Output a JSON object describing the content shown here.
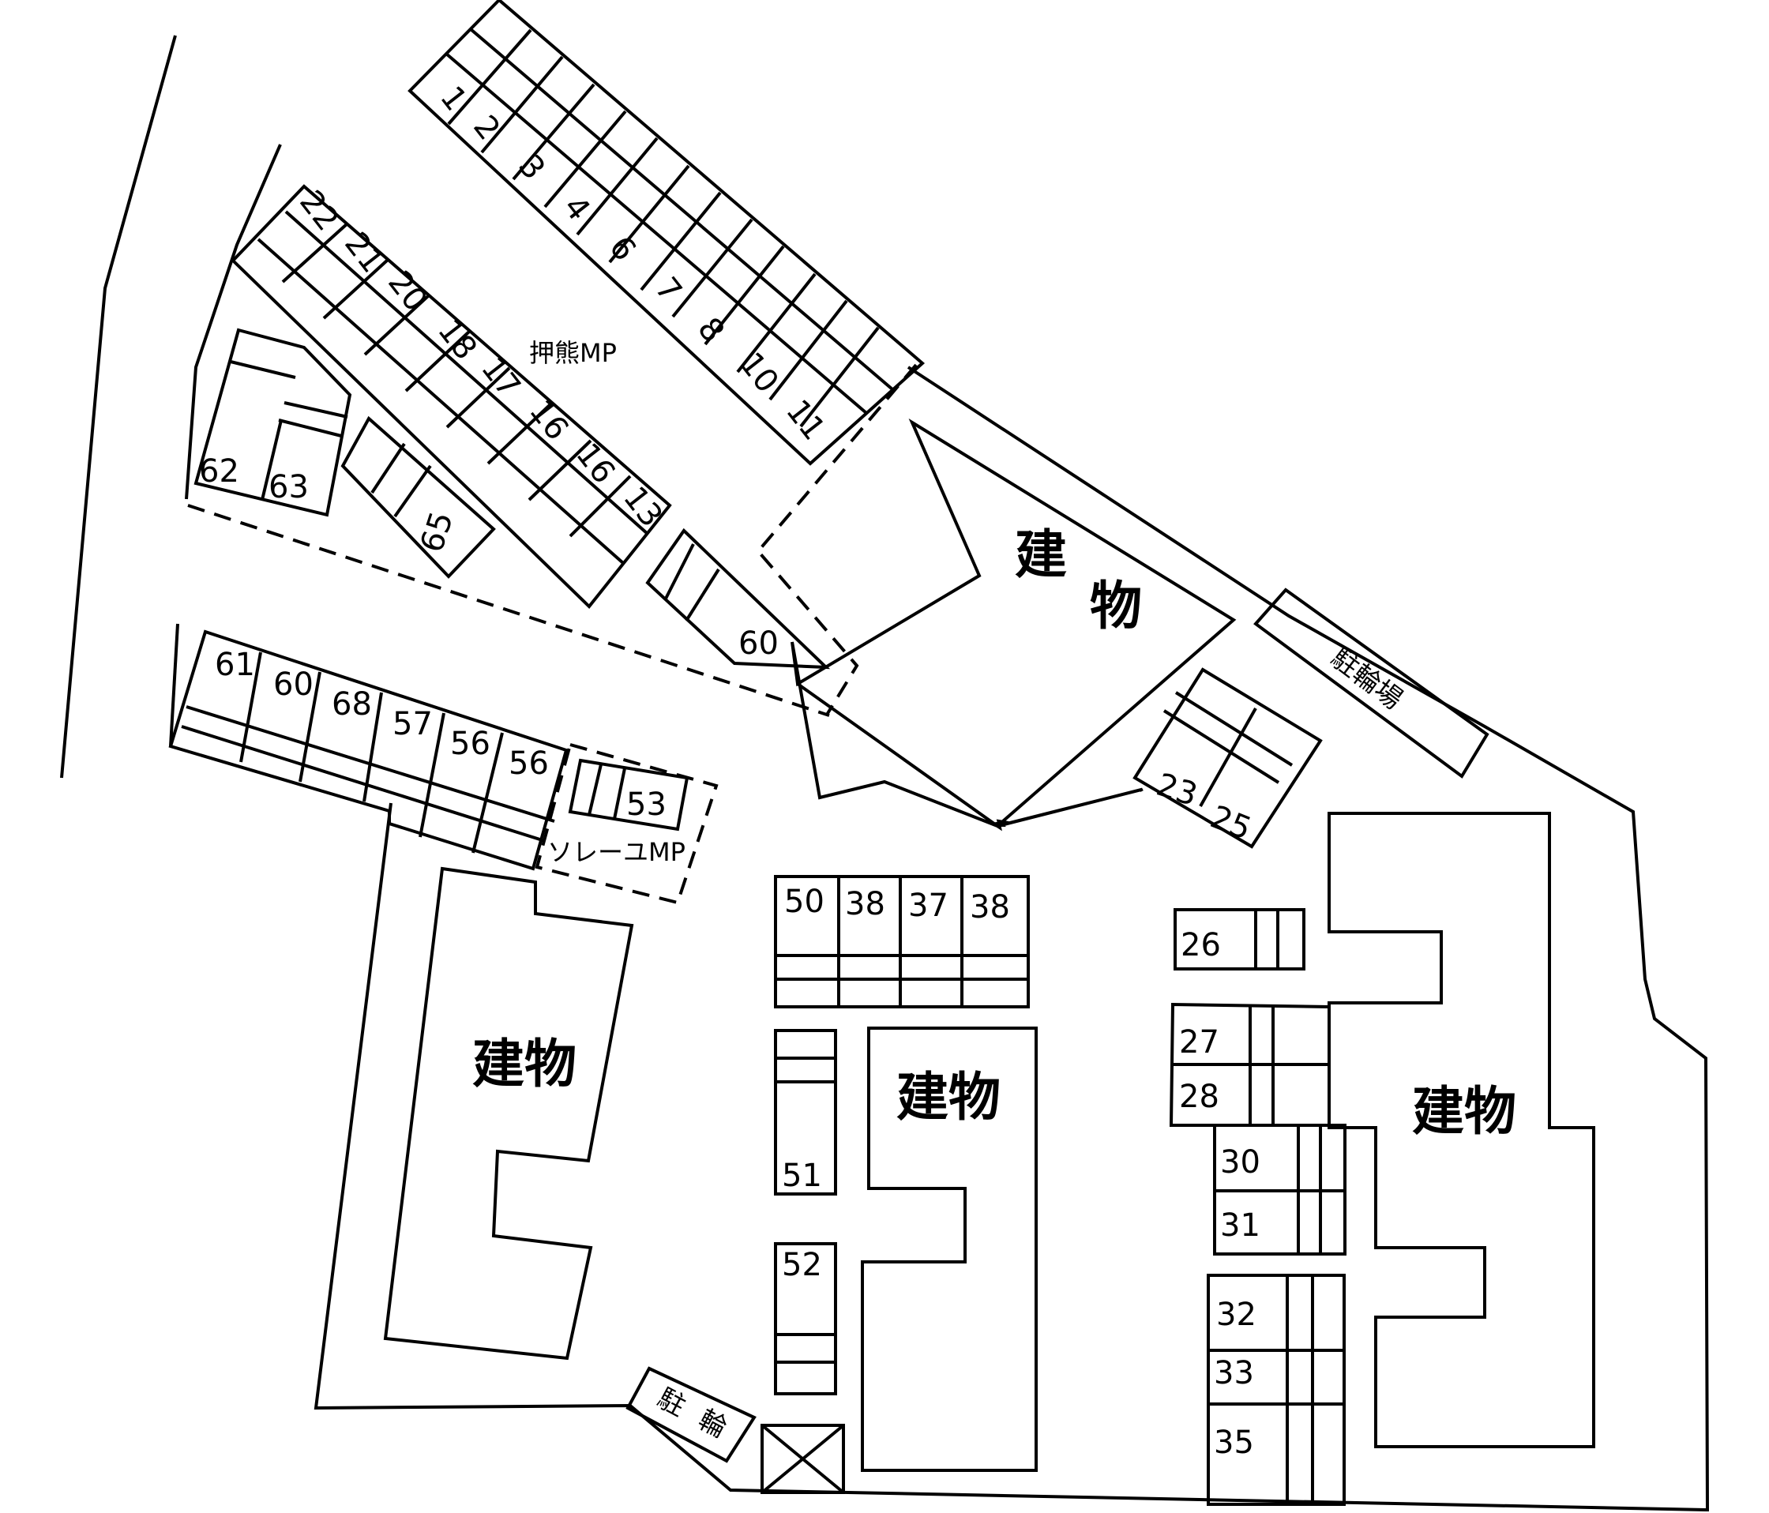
{
  "map": {
    "colors": {
      "line": "#000000",
      "background": "#ffffff"
    },
    "labels": {
      "oshikuma_mp": "押熊MP",
      "solare_mp": "ソレーユMP",
      "bicycle_parking": "駐輪場",
      "bicycle_short_1": "駐",
      "bicycle_short_2": "輪",
      "building": "建物",
      "building_spaced_1": "建",
      "building_spaced_2": "物"
    },
    "top_row": [
      "1",
      "2",
      "3",
      "4",
      "6",
      "7",
      "8",
      "10",
      "11"
    ],
    "second_row": [
      "22",
      "21",
      "20",
      "18",
      "17",
      "16",
      "16",
      "13"
    ],
    "left_small": [
      "62",
      "63",
      "65",
      "60"
    ],
    "west_row": [
      "61",
      "60",
      "68",
      "57",
      "56",
      "56"
    ],
    "solare_space": "53",
    "middle_row": [
      "50",
      "38",
      "37",
      "38"
    ],
    "middle_singles": [
      "51",
      "52"
    ],
    "northeast_pair": [
      "23",
      "25"
    ],
    "east_column": [
      "26",
      "27",
      "28",
      "30",
      "31",
      "32",
      "33",
      "35"
    ]
  }
}
